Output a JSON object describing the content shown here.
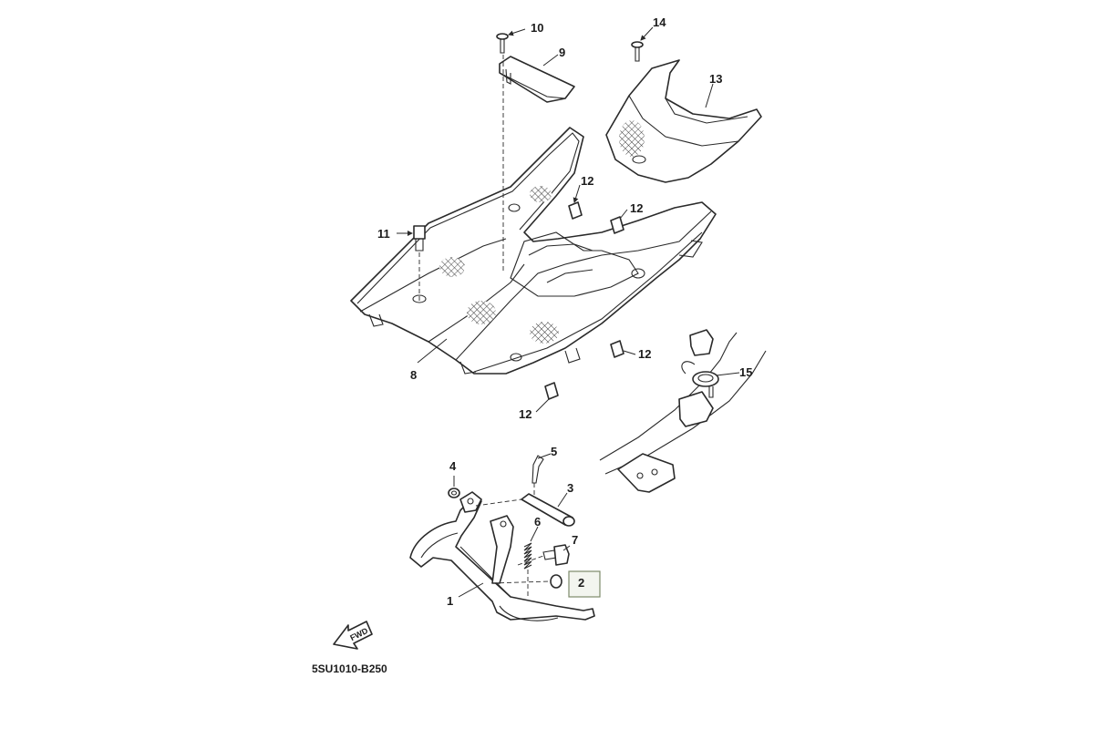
{
  "diagram": {
    "drawing_code": "5SU1010-B250",
    "direction_label": "FWD",
    "callouts": [
      "1",
      "2",
      "3",
      "4",
      "5",
      "6",
      "7",
      "8",
      "9",
      "10",
      "11",
      "12",
      "12",
      "12",
      "12",
      "13",
      "14",
      "15"
    ],
    "highlighted_callout": "2",
    "colors": {
      "line": "#2a2a2a",
      "highlight_fill": "#f3f5ef",
      "highlight_stroke": "#7d8a6a"
    }
  }
}
